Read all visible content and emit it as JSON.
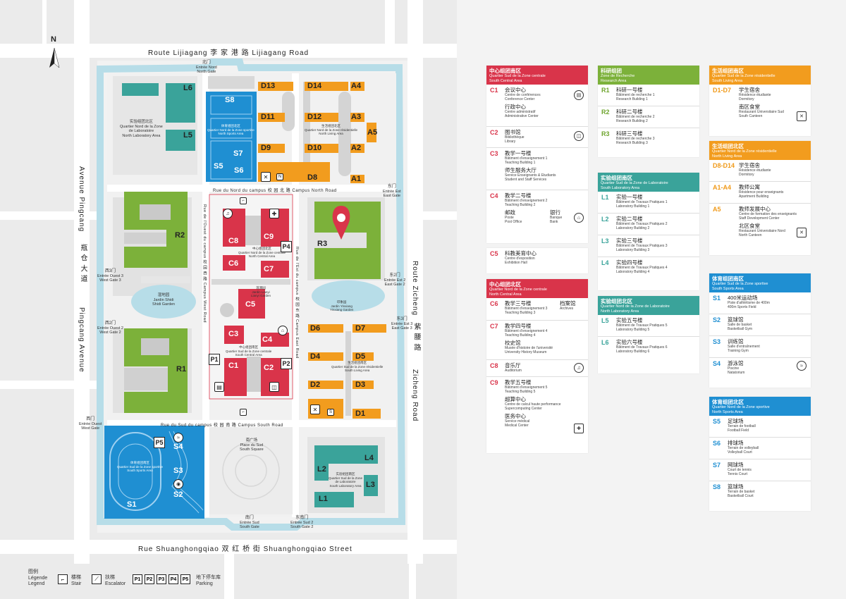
{
  "roads": {
    "north": "Route Lijiagang   李 家 港 路   Lijiagang Road",
    "south": "Rue Shuanghongqiao   双 红 桥 街   Shuanghongqiao Street",
    "west_fr": "Avenue Pingcang",
    "west_zh": "瓶 仓 大 道",
    "west_en": "Pingcang Avenue",
    "east_fr": "Route Zicheng",
    "east_zh": "紫 腰 路",
    "east_en": "Zicheng Road",
    "campus_north": "Rue du Nord du campus   校 园 北 路   Campus North Road",
    "campus_south": "Rue du Sud du campus   校 园 南 路   Campus South Road",
    "campus_west": "Rue de l'Ouest du campus   校 园 西 路   Campus West Road",
    "campus_east": "Rue de l'Est du campus   校 园 东 路   Campus East Road"
  },
  "compass": "N",
  "gates": {
    "north": {
      "zh": "北门",
      "fr": "Entrée Nord",
      "en": "North Gate"
    },
    "south": {
      "zh": "南门",
      "fr": "Entrée Sud",
      "en": "South Gate"
    },
    "south2": {
      "zh": "东南门",
      "fr": "Entrée Sud 2",
      "en": "South Gate 2"
    },
    "west": {
      "zh": "西门",
      "fr": "Entrée Ouest",
      "en": "West Gate"
    },
    "west2": {
      "zh": "西2门",
      "fr": "Entrée Ouest 2",
      "en": "West Gate 2"
    },
    "west3": {
      "zh": "西3门",
      "fr": "Entrée Ouest 3",
      "en": "West Gate 3"
    },
    "east": {
      "zh": "东门",
      "fr": "Entrée Est",
      "en": "East Gate"
    },
    "east2": {
      "zh": "东2门",
      "fr": "Entrée Est 2",
      "en": "East Gate 2"
    },
    "east3": {
      "zh": "东3门",
      "fr": "Entrée Est 3",
      "en": "East Gate 3"
    }
  },
  "map_names": {
    "north_lab": "实验组团北区\nQuartier Nord de la Zone\nde Laboratoire\nNorth Laboratory Area",
    "north_sports": "体育组团北区\nQuartier Nord de la Zone sportive\nNorth Sports Area",
    "north_living": "生活组团北区\nQuartier Nord de la Zone résidentielle\nNorth Living Area",
    "north_central": "中心组团北区\nQuartier Nord de la Zone centrale\nNorth Central Area",
    "south_central": "中心组团南区\nQuartier Sud de la Zone centrale\nSouth Central Area",
    "south_living": "生活组团南区\nQuartier Sud de la Zone résidentielle\nSouth Living Area",
    "south_lab": "实验组团南区\nQuartier Sud de la Zone\nde Laboratoire\nSouth Laboratory Area",
    "south_sports": "体育组团南区\nQuartier Sud de la Zone sportive\nSouth Sports Area",
    "shiai": "湿地园\nJardin Shidi\nShidi Garden",
    "lianyi": "莲漪园\nJardin Lianyi\nLianyi Garden",
    "yinxiang": "印象园\nJardin Yinxiang\nYinxiang Garden",
    "square": "南广场\nPlace du Sud\nSouth Square"
  },
  "codes": {
    "L6": "L6",
    "L5": "L5",
    "S8": "S8",
    "S7": "S7",
    "S5": "S5",
    "S6": "S6",
    "D13": "D13",
    "D14": "D14",
    "A4": "A4",
    "D11": "D11",
    "D12": "D12",
    "A3": "A3",
    "A5": "A5",
    "D9": "D9",
    "D10": "D10",
    "A2": "A2",
    "D8": "D8",
    "A1": "A1",
    "R2": "R2",
    "R3": "R3",
    "R1": "R1",
    "C8": "C8",
    "C9": "C9",
    "C6": "C6",
    "C7": "C7",
    "C5": "C5",
    "C3": "C3",
    "C4": "C4",
    "C1": "C1",
    "C2": "C2",
    "D6": "D6",
    "D7": "D7",
    "D4": "D4",
    "D5": "D5",
    "D2": "D2",
    "D3": "D3",
    "D1": "D1",
    "L4": "L4",
    "L2": "L2",
    "L3": "L3",
    "L1": "L1",
    "S4": "S4",
    "S3": "S3",
    "S2": "S2",
    "S1": "S1"
  },
  "parking": {
    "p1": "P1",
    "p2": "P2",
    "p4": "P4",
    "p5": "P5"
  },
  "legend": {
    "title_zh": "图例",
    "title_fr": "Légende",
    "title_en": "Legend",
    "stair_zh": "楼梯",
    "stair_en": "Stair",
    "escalator_zh": "扶梯",
    "escalator_en": "Escalator",
    "parking_zh": "地下停车库",
    "parking_en": "Parking",
    "p1": "P1",
    "p2": "P2",
    "p3": "P3",
    "p4": "P4",
    "p5": "P5"
  },
  "panel": {
    "south_central": {
      "zh": "中心组团南区",
      "fr": "Quartier Sud de la Zone centrale",
      "en": "South Central Area",
      "c1": "C1",
      "c1a_zh": "会议中心",
      "c1a_fr": "Centre de conférences",
      "c1a_en": "Conference Center",
      "c1b_zh": "行政中心",
      "c1b_fr": "Centre administratif",
      "c1b_en": "Administrative Center",
      "c2": "C2",
      "c2_zh": "图书馆",
      "c2_fr": "Bibliothèque",
      "c2_en": "Library",
      "c3": "C3",
      "c3a_zh": "教学一号楼",
      "c3a_fr": "Bâtiment d'enseignement 1",
      "c3a_en": "Teaching Building 1",
      "c3b_zh": "师生服务大厅",
      "c3b_fr": "Service Enseignants & Etudiants",
      "c3b_en": "Student and Staff Services",
      "c4": "C4",
      "c4a_zh": "教学二号楼",
      "c4a_fr": "Bâtiment d'enseignement 2",
      "c4a_en": "Teaching Building 2",
      "c4b_zh": "邮政",
      "c4b_fr": "Poste",
      "c4b_en": "Post Office",
      "c4c_zh": "银行",
      "c4c_fr": "Banque",
      "c4c_en": "Bank"
    },
    "c5": {
      "code": "C5",
      "zh": "科教美育中心",
      "fr": "Centre d'exposition",
      "en": "Exhibition Hall"
    },
    "north_central": {
      "zh": "中心组团北区",
      "fr": "Quartier Nord de la Zone centrale",
      "en": "North Central Area",
      "c6": "C6",
      "c6_zh": "教学三号楼",
      "c6_fr": "Bâtiment d'enseignement 3",
      "c6_en": "Teaching Building 3",
      "c6b_zh": "档案馆",
      "c6b_en": "Archives",
      "c7": "C7",
      "c7a_zh": "教学四号楼",
      "c7a_fr": "Bâtiment d'enseignement 4",
      "c7a_en": "Teaching Building 4",
      "c7b_zh": "校史馆",
      "c7b_fr": "Musée d'histoire de l'université",
      "c7b_en": "University History Museum",
      "c8": "C8",
      "c8_zh": "音乐厅",
      "c8_en": "Auditorium",
      "c9": "C9",
      "c9a_zh": "教学五号楼",
      "c9a_fr": "Bâtiment d'enseignement 5",
      "c9a_en": "Teaching Building 5",
      "c9b_zh": "超算中心",
      "c9b_fr": "Centre de calcul haute performance",
      "c9b_en": "Supercomputing Center",
      "c9c_zh": "医务中心",
      "c9c_fr": "Service médical",
      "c9c_en": "Medical Center"
    },
    "research": {
      "zh": "科研组团",
      "fr": "Zone de Recherche",
      "en": "Research Area",
      "r1": "R1",
      "r1_zh": "科研一号楼",
      "r1_fr": "Bâtiment de recherche 1",
      "r1_en": "Research Building 1",
      "r2": "R2",
      "r2_zh": "科研二号楼",
      "r2_fr": "Bâtiment de recherche 2",
      "r2_en": "Research Building 2",
      "r3": "R3",
      "r3_zh": "科研三号楼",
      "r3_fr": "Bâtiment de recherche 3",
      "r3_en": "Research Building 3"
    },
    "south_lab": {
      "zh": "实验组团南区",
      "fr": "Quartier Sud de la Zone de Laboratoire",
      "en": "South Laboratory Area",
      "l1": "L1",
      "l1_zh": "实验一号楼",
      "l1_fr": "Bâtiment de Travaux Pratiques 1",
      "l1_en": "Laboratory Building 1",
      "l2": "L2",
      "l2_zh": "实验二号楼",
      "l2_fr": "Bâtiment de Travaux Pratiques 2",
      "l2_en": "Laboratory Building 2",
      "l3": "L3",
      "l3_zh": "实验三号楼",
      "l3_fr": "Bâtiment de Travaux Pratiques 3",
      "l3_en": "Laboratory Building 3",
      "l4": "L4",
      "l4_zh": "实验四号楼",
      "l4_fr": "Bâtiment de Travaux Pratiques 4",
      "l4_en": "Laboratory Building 4"
    },
    "north_lab": {
      "zh": "实验组团北区",
      "fr": "Quartier Nord de la Zone de Laboratoire",
      "en": "North Laboratory Area",
      "l5": "L5",
      "l5_zh": "实验五号楼",
      "l5_fr": "Bâtiment de Travaux Pratiques 5",
      "l5_en": "Laboratory Building 5",
      "l6": "L6",
      "l6_zh": "实验六号楼",
      "l6_fr": "Bâtiment de Travaux Pratiques 6",
      "l6_en": "Laboratory Building 6"
    },
    "south_living": {
      "zh": "生活组团南区",
      "fr": "Quartier Sud de la Zone résidentielle",
      "en": "South Living Area",
      "d": "D1-D7",
      "d_zh": "学生宿舍",
      "d_fr": "Résidence étudiante",
      "d_en": "Dormitory",
      "c_zh": "南区食堂",
      "c_fr": "Restaurant Universitaire Sud",
      "c_en": "South Canteen"
    },
    "north_living": {
      "zh": "生活组团北区",
      "fr": "Quartier Nord de la Zone résidentielle",
      "en": "North Living Area",
      "d": "D8-D14",
      "d_zh": "学生宿舍",
      "d_fr": "Résidence étudiante",
      "d_en": "Dormitory",
      "a": "A1-A4",
      "a_zh": "教师公寓",
      "a_fr": "Résidence pour enseignants",
      "a_en": "Apartment Building",
      "a5": "A5",
      "a5_zh": "教师发展中心",
      "a5_fr": "Centre de formation des enseignants",
      "a5_en": "Staff Development Center",
      "c_zh": "北区食堂",
      "c_fr": "Restaurant Universitaire Nord",
      "c_en": "North Canteen"
    },
    "south_sports": {
      "zh": "体育组团南区",
      "fr": "Quartier Sud de la Zone sportive",
      "en": "South Sports Area",
      "s1": "S1",
      "s1_zh": "400米运动场",
      "s1_fr": "Piste d'athlétisme de 400m",
      "s1_en": "400m Sports Field",
      "s2": "S2",
      "s2_zh": "篮球馆",
      "s2_fr": "Salle de basket",
      "s2_en": "Basketball Gym",
      "s3": "S3",
      "s3_zh": "训练馆",
      "s3_fr": "Salle d'entraînement",
      "s3_en": "Training Gym",
      "s4": "S4",
      "s4_zh": "游泳馆",
      "s4_fr": "Piscine",
      "s4_en": "Natatorium"
    },
    "north_sports": {
      "zh": "体育组团北区",
      "fr": "Quartier Nord de la Zone sportive",
      "en": "North Sports Area",
      "s5": "S5",
      "s5_zh": "足球场",
      "s5_fr": "Terrain de football",
      "s5_en": "Football Field",
      "s6": "S6",
      "s6_zh": "排球场",
      "s6_fr": "Terrain de volleyball",
      "s6_en": "Volleyball Court",
      "s7": "S7",
      "s7_zh": "网球场",
      "s7_fr": "Court de tennis",
      "s7_en": "Tennis Court",
      "s8": "S8",
      "s8_zh": "篮球场",
      "s8_fr": "Terrain de basket",
      "s8_en": "Basketball Court"
    }
  }
}
